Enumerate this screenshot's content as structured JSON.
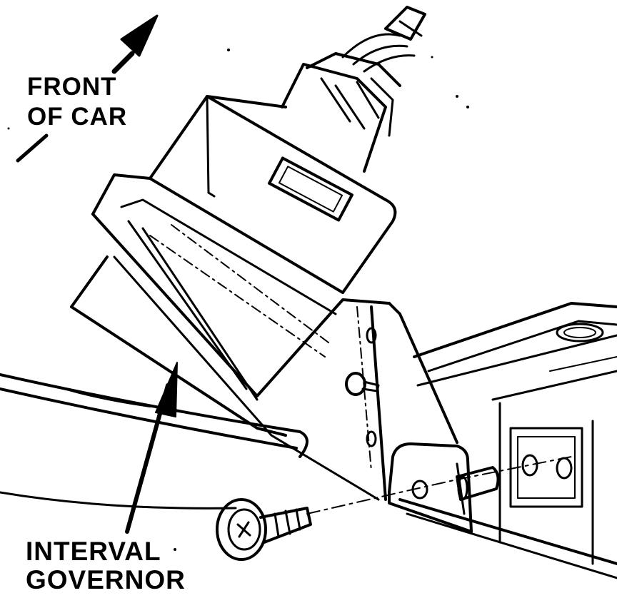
{
  "labels": {
    "front_line1": "FRONT",
    "front_line2": "OF CAR",
    "component_line1": "INTERVAL",
    "component_line2": "GOVERNOR"
  },
  "colors": {
    "ink": "#000000",
    "paper": "#ffffff"
  },
  "icons": {
    "direction_arrow": "arrow-up-right-icon",
    "pointer_arrow": "leader-arrow-icon"
  }
}
